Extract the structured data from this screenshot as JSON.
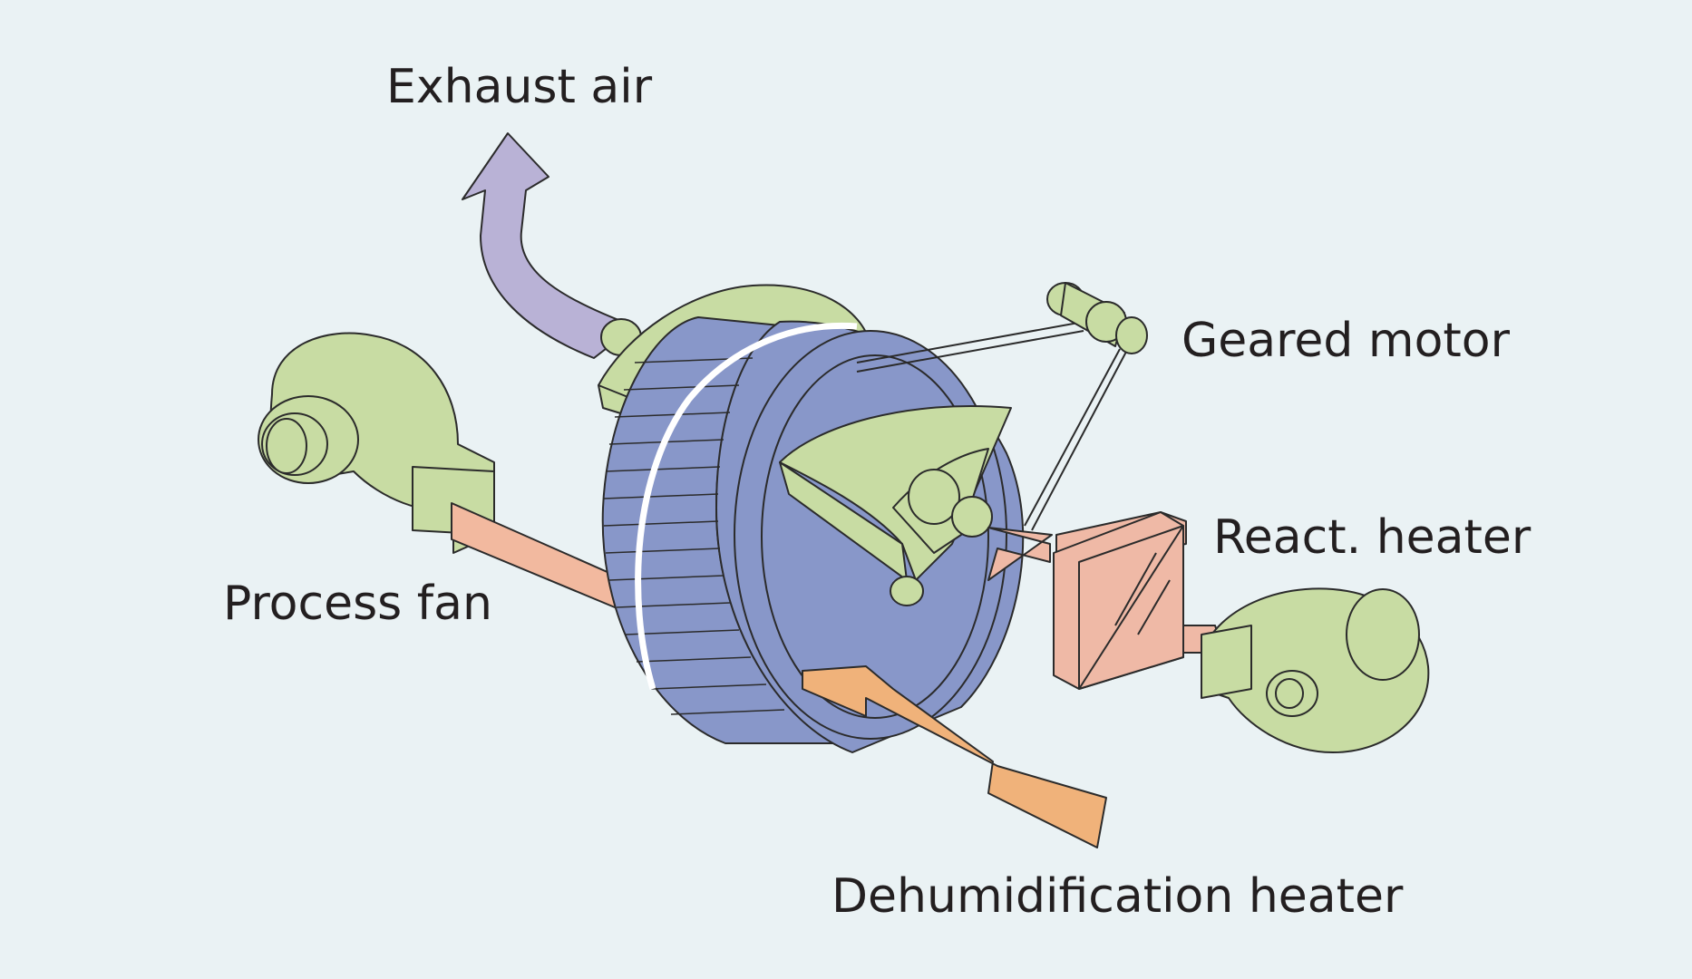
{
  "labels": {
    "exhaust_air": "Exhaust air",
    "geared_motor": "Geared motor",
    "react_heater": "React. heater",
    "process_fan": "Process fan",
    "dehumidification_heater": "Dehumidification heater"
  },
  "colors": {
    "background": "#eaf2f4",
    "component_green": "#c8dca3",
    "rotor_blue": "#8897c9",
    "exhaust_arrow": "#b9b2d6",
    "process_arrow": "#f2b99f",
    "heater_pink": "#efb9a6",
    "dehum_arrow": "#f0b27a",
    "outline": "#2b2b2b"
  }
}
